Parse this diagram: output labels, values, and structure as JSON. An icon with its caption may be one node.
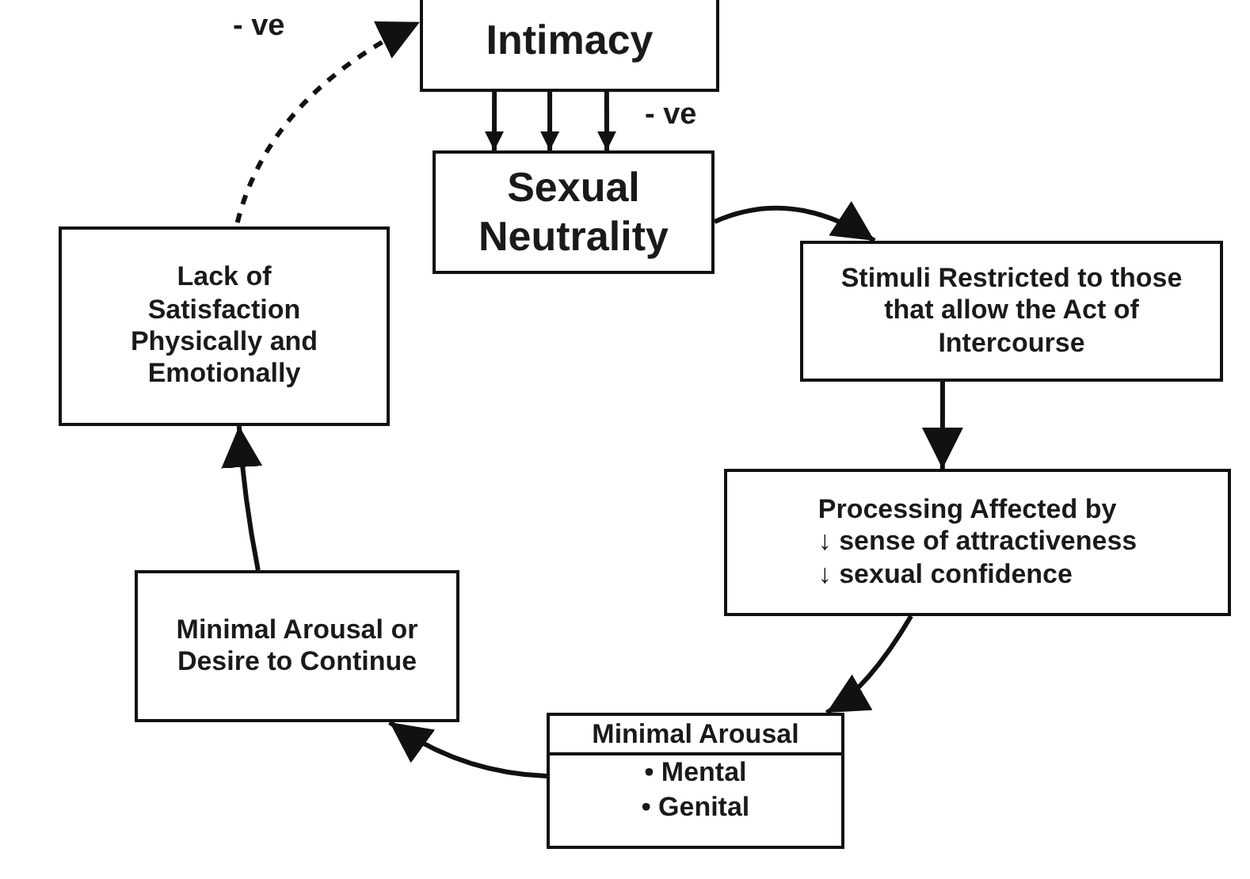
{
  "diagram": {
    "nodes": [
      {
        "text": [
          "Intimacy"
        ]
      },
      {
        "text": [
          "Sexual Neutrality"
        ]
      },
      {
        "text": [
          "Stimuli Restricted to those that allow the Act of Intercourse"
        ]
      },
      {
        "text": [
          "Processing Affected by",
          "↓ sense of attractiveness",
          "↓ sexual confidence"
        ]
      },
      {
        "text": [
          "Minimal Arousal",
          "• Mental",
          "• Genital"
        ]
      },
      {
        "text": [
          "Minimal Arousal or Desire to Continue"
        ]
      },
      {
        "text": [
          "Lack of Satisfaction Physically and Emotionally"
        ]
      }
    ],
    "edges": [
      {
        "from": 0,
        "to": 1,
        "arrow": "to"
      },
      {
        "from": 0,
        "to": 1,
        "arrow": "to"
      },
      {
        "from": 0,
        "to": 1,
        "arrow": "to",
        "label": "- ve"
      },
      {
        "from": 1,
        "to": 2,
        "arrow": "to"
      },
      {
        "from": 2,
        "to": 3,
        "arrow": "to"
      },
      {
        "from": 3,
        "to": 4,
        "arrow": "to"
      },
      {
        "from": 4,
        "to": 5,
        "arrow": "to"
      },
      {
        "from": 5,
        "to": 6,
        "arrow": "to"
      },
      {
        "from": 6,
        "to": 0,
        "arrow": "to",
        "style": "dashed",
        "label": "- ve"
      }
    ]
  }
}
